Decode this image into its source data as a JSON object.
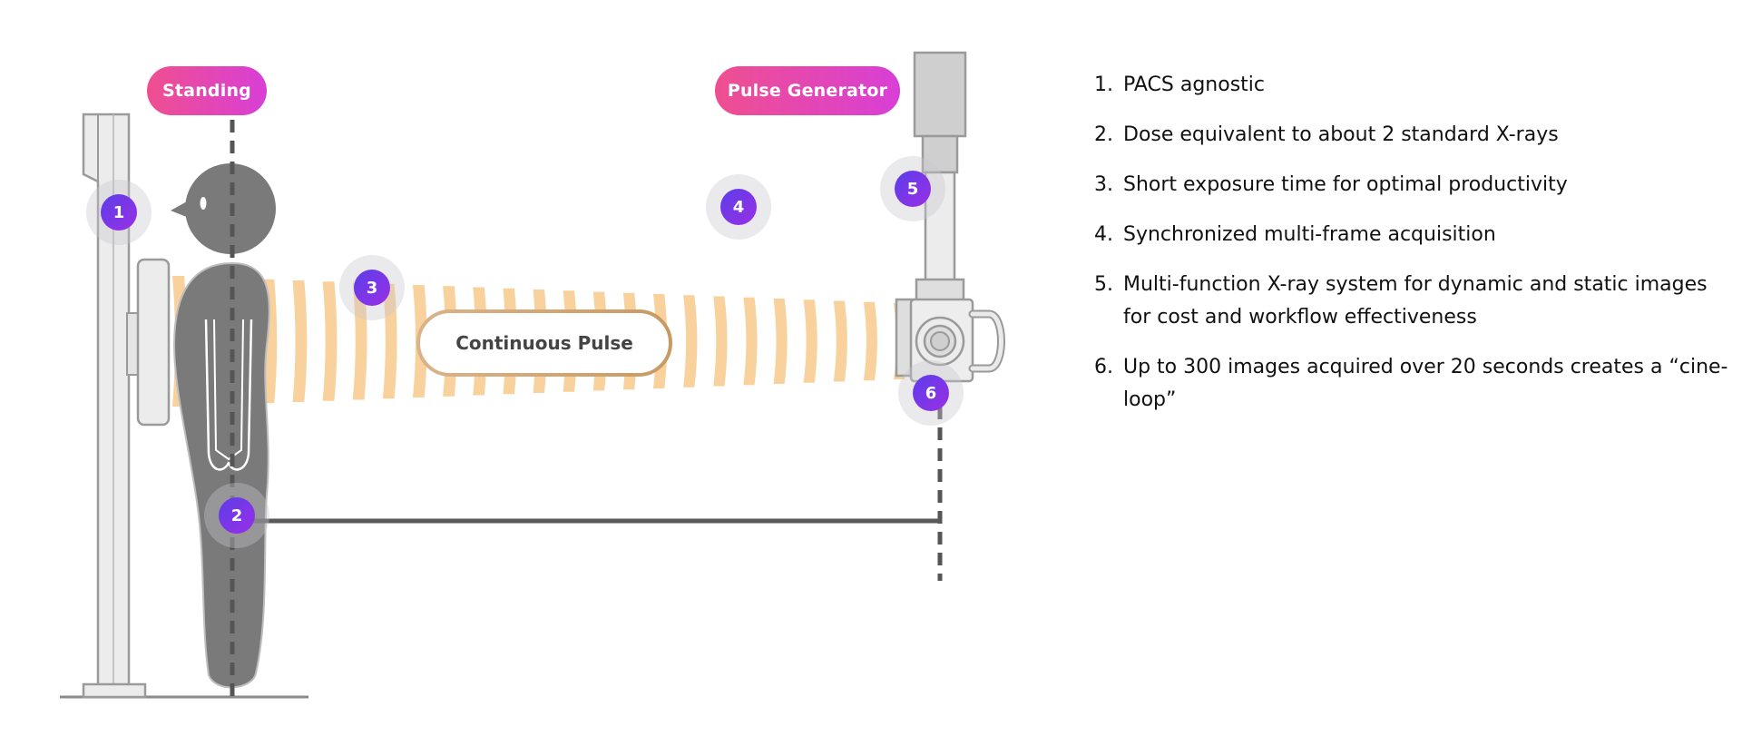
{
  "labels": {
    "standing": "Standing",
    "pulse_generator": "Pulse Generator",
    "continuous_pulse": "Continuous Pulse"
  },
  "markers": [
    "1",
    "2",
    "3",
    "4",
    "5",
    "6"
  ],
  "features": [
    {
      "number": "1.",
      "text": "PACS agnostic"
    },
    {
      "number": "2.",
      "text": "Dose equivalent to about 2 standard X-rays"
    },
    {
      "number": "3.",
      "text": "Short exposure time for optimal productivity"
    },
    {
      "number": "4.",
      "text": "Synchronized multi-frame acquisition"
    },
    {
      "number": "5.",
      "text": "Multi-function X-ray system for dynamic and static images for cost and workflow effectiveness"
    },
    {
      "number": "6.",
      "text": "Up to 300 images acquired over 20 seconds creates a “cine-loop”"
    }
  ],
  "colors": {
    "pill_gradient_start": "#ef4f8f",
    "pill_gradient_end": "#d83fd6",
    "marker_gradient_start": "#5b3ee8",
    "marker_gradient_end": "#9a2fe6",
    "beam": "#f7c98c",
    "figure": "#7a7a7a",
    "equipment": "#e6e6e6"
  }
}
